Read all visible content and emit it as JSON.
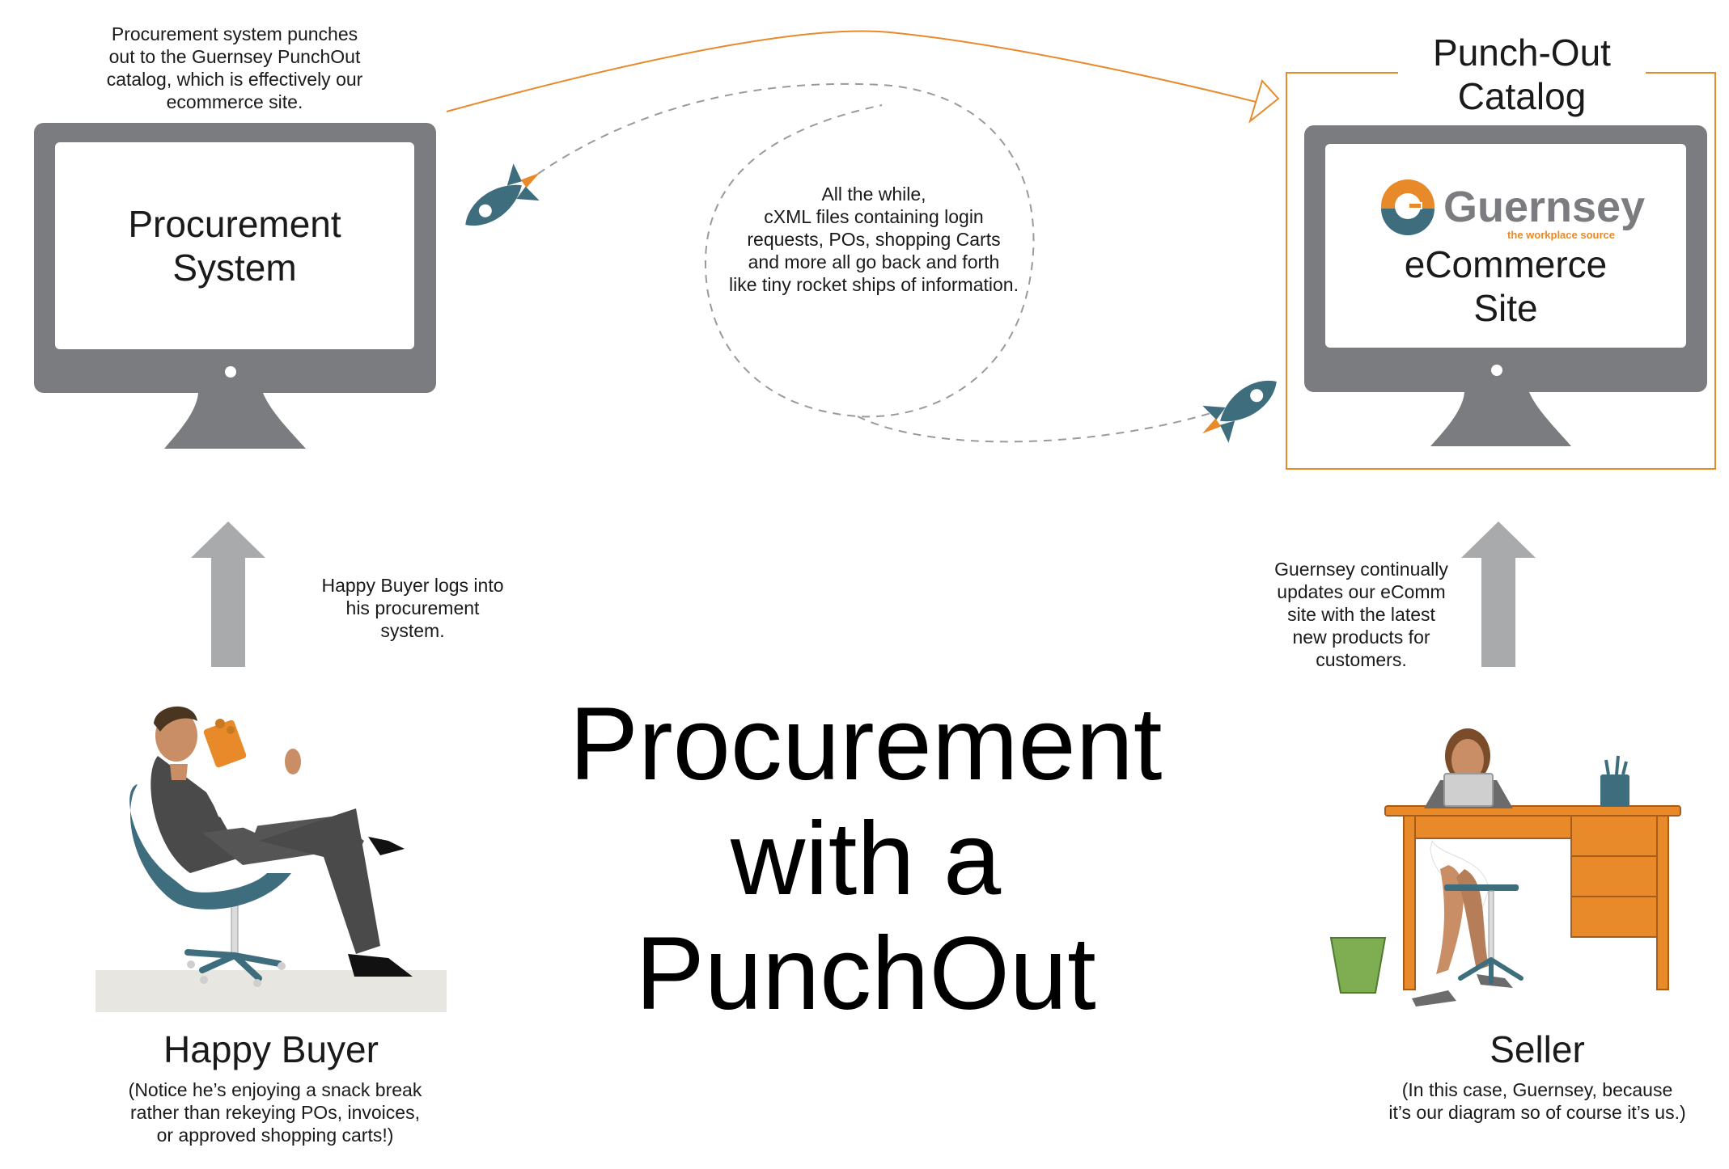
{
  "top_note": "Procurement system punches\nout to the Guernsey PunchOut\ncatalog, which is effectively our\necommerce site.",
  "left_screen_label": "Procurement\nSystem",
  "center_note": "All the while,\ncXML files containing login\nrequests, POs, shopping Carts\nand more all go back and forth\nlike tiny rocket ships of information.",
  "catalog_title": "Punch-Out\nCatalog",
  "brand": {
    "name": "Guernsey",
    "tagline": "the workplace source",
    "orange": "#E8892A",
    "teal": "#3E6E7E"
  },
  "right_screen_label": "eCommerce\nSite",
  "buyer_note": "Happy Buyer logs into\nhis procurement\nsystem.",
  "seller_note": "Guernsey continually\nupdates our eComm\nsite with the latest\nnew products for\ncustomers.",
  "main_title": "Procurement\nwith a\nPunchOut",
  "buyer_caption": "Happy Buyer",
  "buyer_sub": "(Notice he’s enjoying a snack break\nrather than rekeying POs, invoices,\nor approved shopping carts!)",
  "seller_caption": "Seller",
  "seller_sub": "(In this case, Guernsey, because\nit’s our diagram so of course it’s us.)",
  "colors": {
    "monitor": "#7B7C80",
    "arrow": "#A9AAAC",
    "accent": "#E8892A",
    "rocket": "#3E6E7E",
    "dash": "#9a9a9a"
  }
}
